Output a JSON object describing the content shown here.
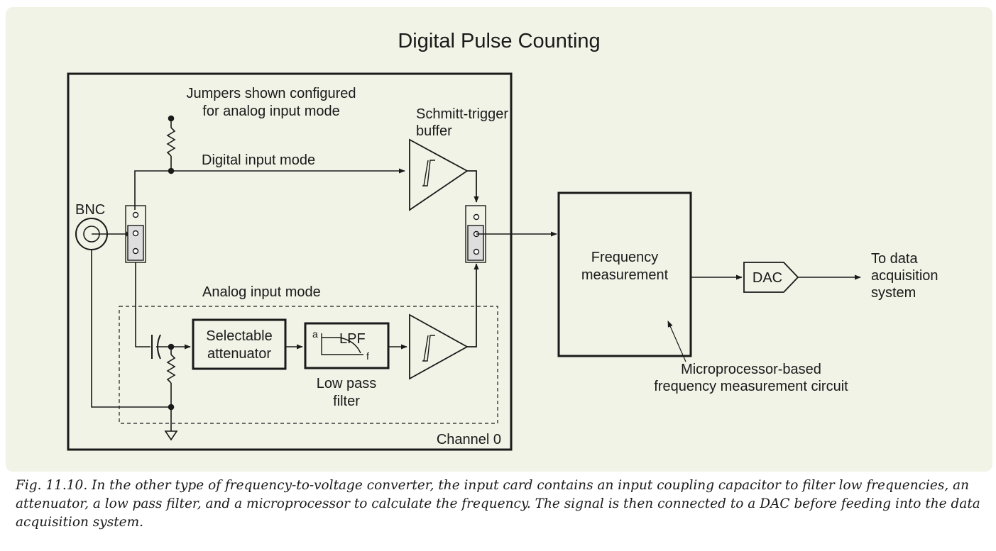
{
  "figure": {
    "title": "Digital Pulse Counting",
    "caption": "Fig. 11.10. In the other type of frequency-to-voltage converter, the input card contains an input coupling capacitor to filter low frequencies, an attenuator, a low pass filter, and a microprocessor to calculate the frequency. The signal is then connected to a DAC before feeding into the data acquisition system."
  },
  "labels": {
    "jumpers_line1": "Jumpers shown configured",
    "jumpers_line2": "for analog input mode",
    "schmitt_line1": "Schmitt-trigger",
    "schmitt_line2": "buffer",
    "digital_input_mode": "Digital input mode",
    "bnc": "BNC",
    "analog_input_mode": "Analog input mode",
    "attenuator_line1": "Selectable",
    "attenuator_line2": "attenuator",
    "lpf": "LPF",
    "lpf_axis_a": "a",
    "lpf_axis_f": "f",
    "low_pass_line1": "Low pass",
    "low_pass_line2": "filter",
    "channel": "Channel 0",
    "freq_line1": "Frequency",
    "freq_line2": "measurement",
    "dac": "DAC",
    "output_line1": "To data",
    "output_line2": "acquisition",
    "output_line3": "system",
    "micro_line1": "Microprocessor-based",
    "micro_line2": "frequency measurement circuit"
  },
  "colors": {
    "panel_background": "#f0f3e6",
    "jumper_fill": "#dedede",
    "line": "#1a1a1a"
  }
}
